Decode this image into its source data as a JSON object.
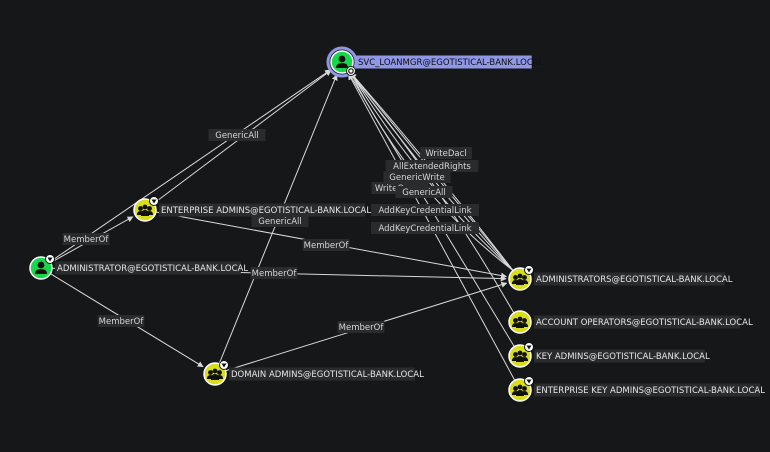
{
  "graph": {
    "nodes": [
      {
        "id": "svc",
        "label": "SVC_LOANMGR@EGOTISTICAL-BANK.LOCAL",
        "type": "user",
        "selected": true,
        "icon": "user-icon",
        "owned": true
      },
      {
        "id": "ea",
        "label": "ENTERPRISE ADMINS@EGOTISTICAL-BANK.LOCAL",
        "type": "group",
        "icon": "group-icon",
        "highvalue": true
      },
      {
        "id": "admin",
        "label": "ADMINISTRATOR@EGOTISTICAL-BANK.LOCAL",
        "type": "user",
        "icon": "user-icon",
        "highvalue": true
      },
      {
        "id": "da",
        "label": "DOMAIN ADMINS@EGOTISTICAL-BANK.LOCAL",
        "type": "group",
        "icon": "group-icon",
        "highvalue": true
      },
      {
        "id": "admins",
        "label": "ADMINISTRATORS@EGOTISTICAL-BANK.LOCAL",
        "type": "group",
        "icon": "group-icon",
        "highvalue": true
      },
      {
        "id": "ao",
        "label": "ACCOUNT OPERATORS@EGOTISTICAL-BANK.LOCAL",
        "type": "group",
        "icon": "group-icon",
        "highvalue": false
      },
      {
        "id": "ka",
        "label": "KEY ADMINS@EGOTISTICAL-BANK.LOCAL",
        "type": "group",
        "icon": "group-icon",
        "highvalue": true
      },
      {
        "id": "eka",
        "label": "ENTERPRISE KEY ADMINS@EGOTISTICAL-BANK.LOCAL",
        "type": "group",
        "icon": "group-icon",
        "highvalue": true
      }
    ],
    "edges": [
      {
        "from": "ea",
        "to": "svc",
        "label": "GenericAll"
      },
      {
        "from": "da",
        "to": "svc",
        "label": "GenericAll"
      },
      {
        "from": "admin",
        "to": "svc",
        "label": ""
      },
      {
        "from": "admins",
        "to": "svc",
        "label": "WriteDacl"
      },
      {
        "from": "admins",
        "to": "svc",
        "label": "AllExtendedRights"
      },
      {
        "from": "admins",
        "to": "svc",
        "label": "GenericWrite"
      },
      {
        "from": "admins",
        "to": "svc",
        "label": "WriteOwner"
      },
      {
        "from": "admins",
        "to": "svc",
        "label": "GenericAll"
      },
      {
        "from": "ao",
        "to": "svc",
        "label": ""
      },
      {
        "from": "ka",
        "to": "svc",
        "label": "AddKeyCredentialLink"
      },
      {
        "from": "eka",
        "to": "svc",
        "label": "AddKeyCredentialLink"
      },
      {
        "from": "admin",
        "to": "ea",
        "label": "MemberOf"
      },
      {
        "from": "admin",
        "to": "da",
        "label": "MemberOf"
      },
      {
        "from": "admin",
        "to": "admins",
        "label": "MemberOf"
      },
      {
        "from": "ea",
        "to": "admins",
        "label": "MemberOf"
      },
      {
        "from": "da",
        "to": "admins",
        "label": "MemberOf"
      }
    ]
  },
  "colors": {
    "background": "#161718",
    "user_node": "#17d74a",
    "group_node": "#d8de1c",
    "edge": "#d9d9d9",
    "selected_label": "#8f97e6",
    "selected_ring": "#8f97e6"
  }
}
